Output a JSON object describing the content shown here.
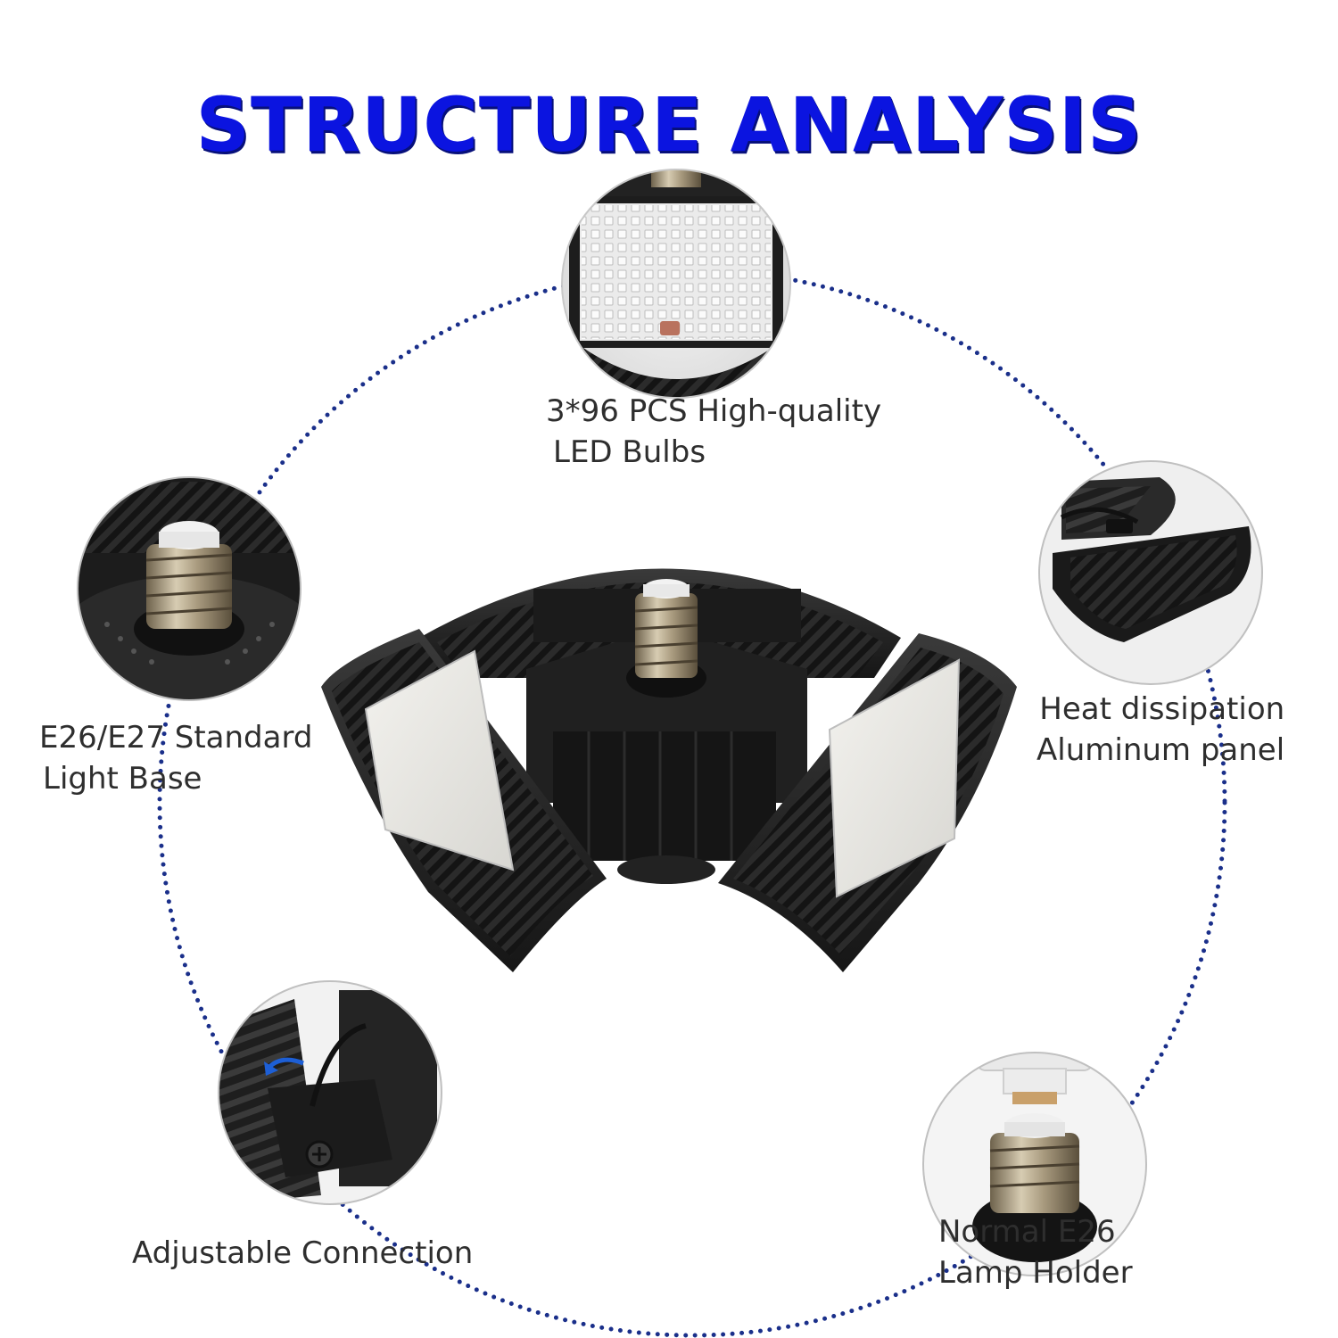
{
  "title": "STRUCTURE ANALYSIS",
  "features": {
    "led": {
      "line1": "3*96 PCS High-quality",
      "line2": "LED Bulbs"
    },
    "base": {
      "line1": "E26/E27 Standard",
      "line2": "Light Base"
    },
    "heat": {
      "line1": "Heat dissipation",
      "line2": "Aluminum panel"
    },
    "adjust": {
      "line1": "Adjustable Connection"
    },
    "holder": {
      "line1": "Normal E26",
      "line2": "Lamp Holder"
    }
  },
  "colors": {
    "title_blue": "#0b14e0",
    "dotted_ring": "#1a2f8a",
    "label_text": "#2e2e2e"
  },
  "icons": [
    "led-panel-photo",
    "light-base-photo",
    "heat-sink-photo",
    "hinge-photo",
    "lamp-holder-photo",
    "garage-light-product"
  ]
}
